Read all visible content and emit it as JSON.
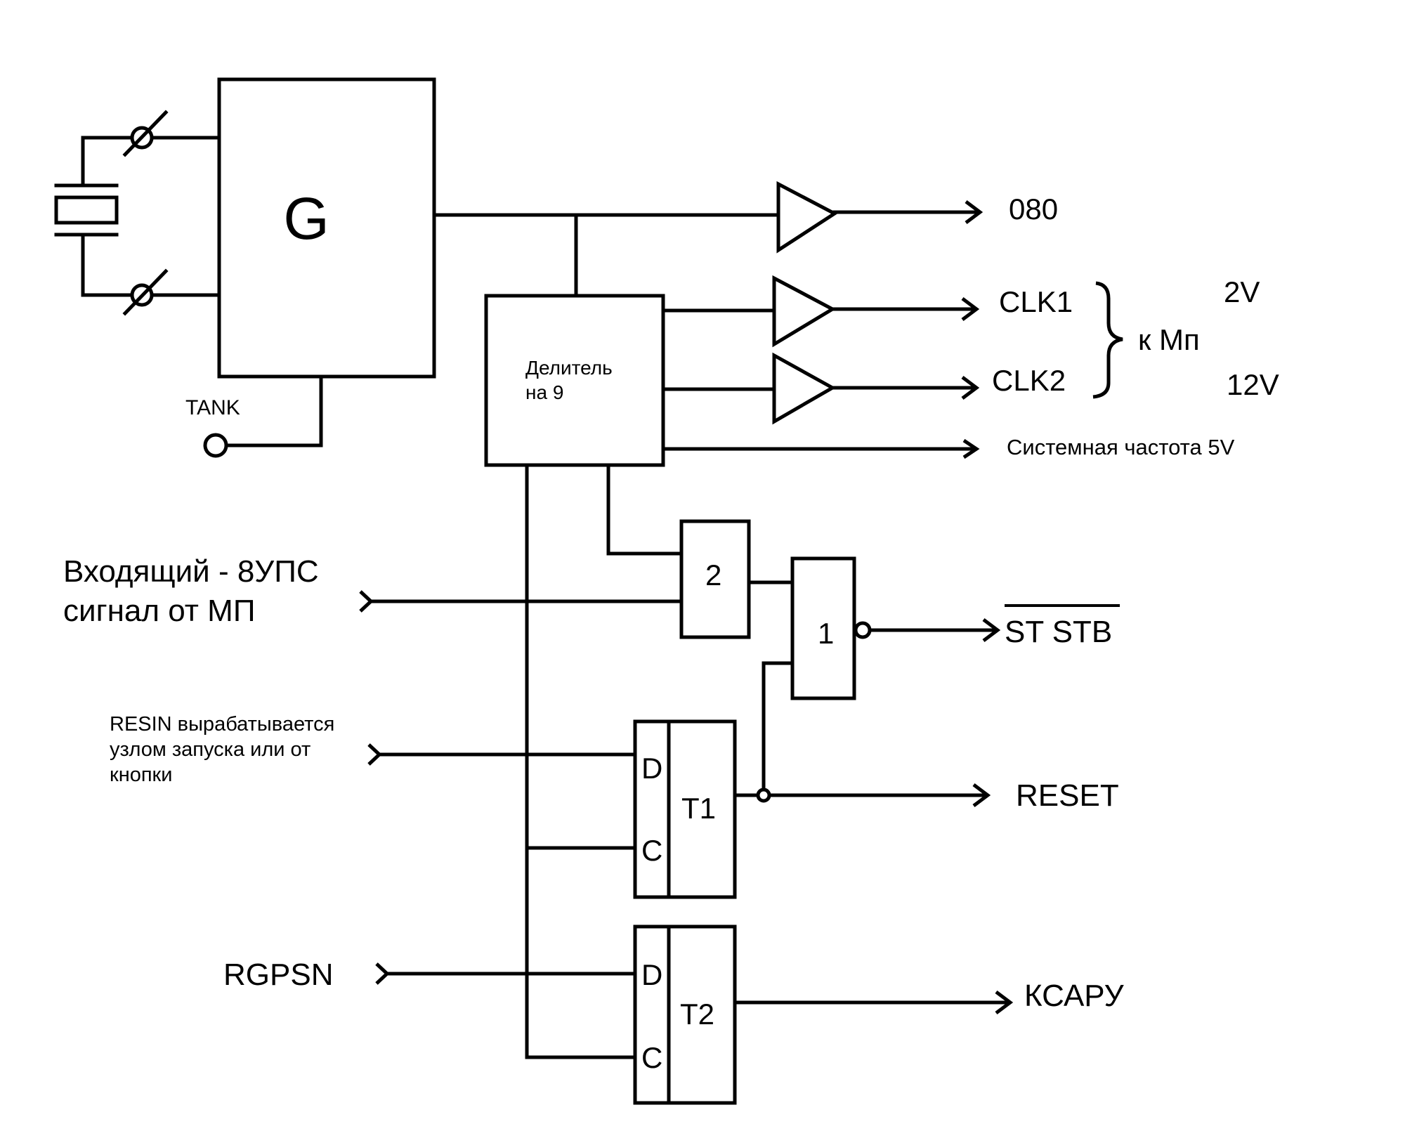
{
  "generator": {
    "label": "G",
    "tank_label": "TANK"
  },
  "divider": {
    "line1": "Делитель",
    "line2": "на 9"
  },
  "outputs": {
    "o080": "080",
    "clk1": "CLK1",
    "clk2": "CLK2",
    "voltage_clk1": "2V",
    "voltage_clk2": "12V",
    "to_mp": "к Мп",
    "system_freq": "Системная частота 5V",
    "st_stb": "ST STB",
    "reset": "RESET",
    "ksapu": "КСАРУ"
  },
  "inputs": {
    "incoming_line1": "Входящий - 8УПС",
    "incoming_line2": "сигнал от МП",
    "resin_line1": "RESIN вырабатывается",
    "resin_line2": "узлом запуска или от",
    "resin_line3": "кнопки",
    "rgpsn": "RGPSN"
  },
  "gates": {
    "and_gate": "2",
    "nand_gate": "1"
  },
  "flipflops": {
    "t1": {
      "name": "T1",
      "d": "D",
      "c": "C"
    },
    "t2": {
      "name": "T2",
      "d": "D",
      "c": "C"
    }
  }
}
